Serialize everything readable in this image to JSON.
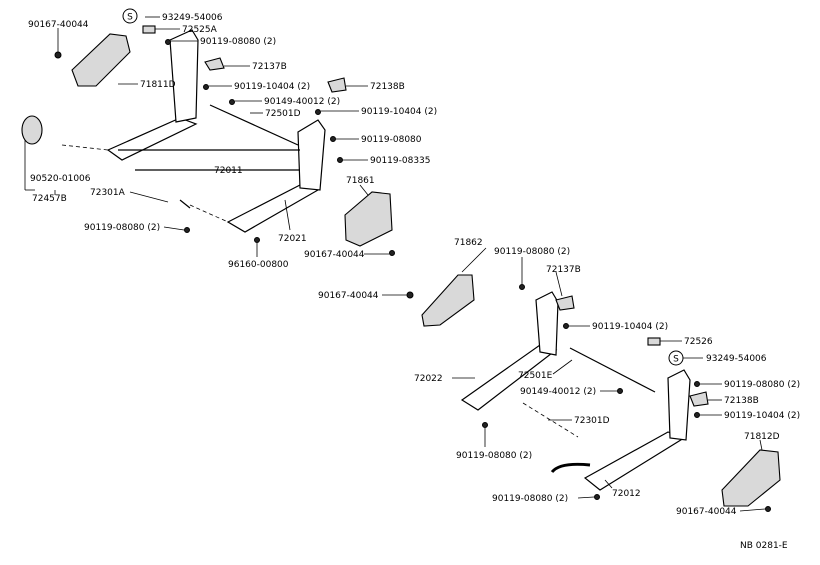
{
  "diagram": {
    "footer_code": "NB  0281-E",
    "special_mark": "S",
    "labels": [
      "90167-40044",
      "93249-54006",
      "72525A",
      "90119-08080 (2)",
      "72137B",
      "71811D",
      "90119-10404 (2)",
      "72138B",
      "90149-40012 (2)",
      "72501D",
      "90119-10404 (2)",
      "90119-08080",
      "72011",
      "90119-08335",
      "90520-01006",
      "72457B",
      "72301A",
      "71861",
      "90119-08080 (2)",
      "72021",
      "90167-40044",
      "96160-00800",
      "71862",
      "90119-08080 (2)",
      "72137B",
      "90167-40044",
      "90119-10404 (2)",
      "72526",
      "93249-54006",
      "72022",
      "72501E",
      "90119-08080 (2)",
      "90149-40012 (2)",
      "72138B",
      "90119-10404 (2)",
      "72301D",
      "71812D",
      "90119-08080 (2)",
      "72012",
      "90119-08080 (2)",
      "90167-40044"
    ]
  }
}
